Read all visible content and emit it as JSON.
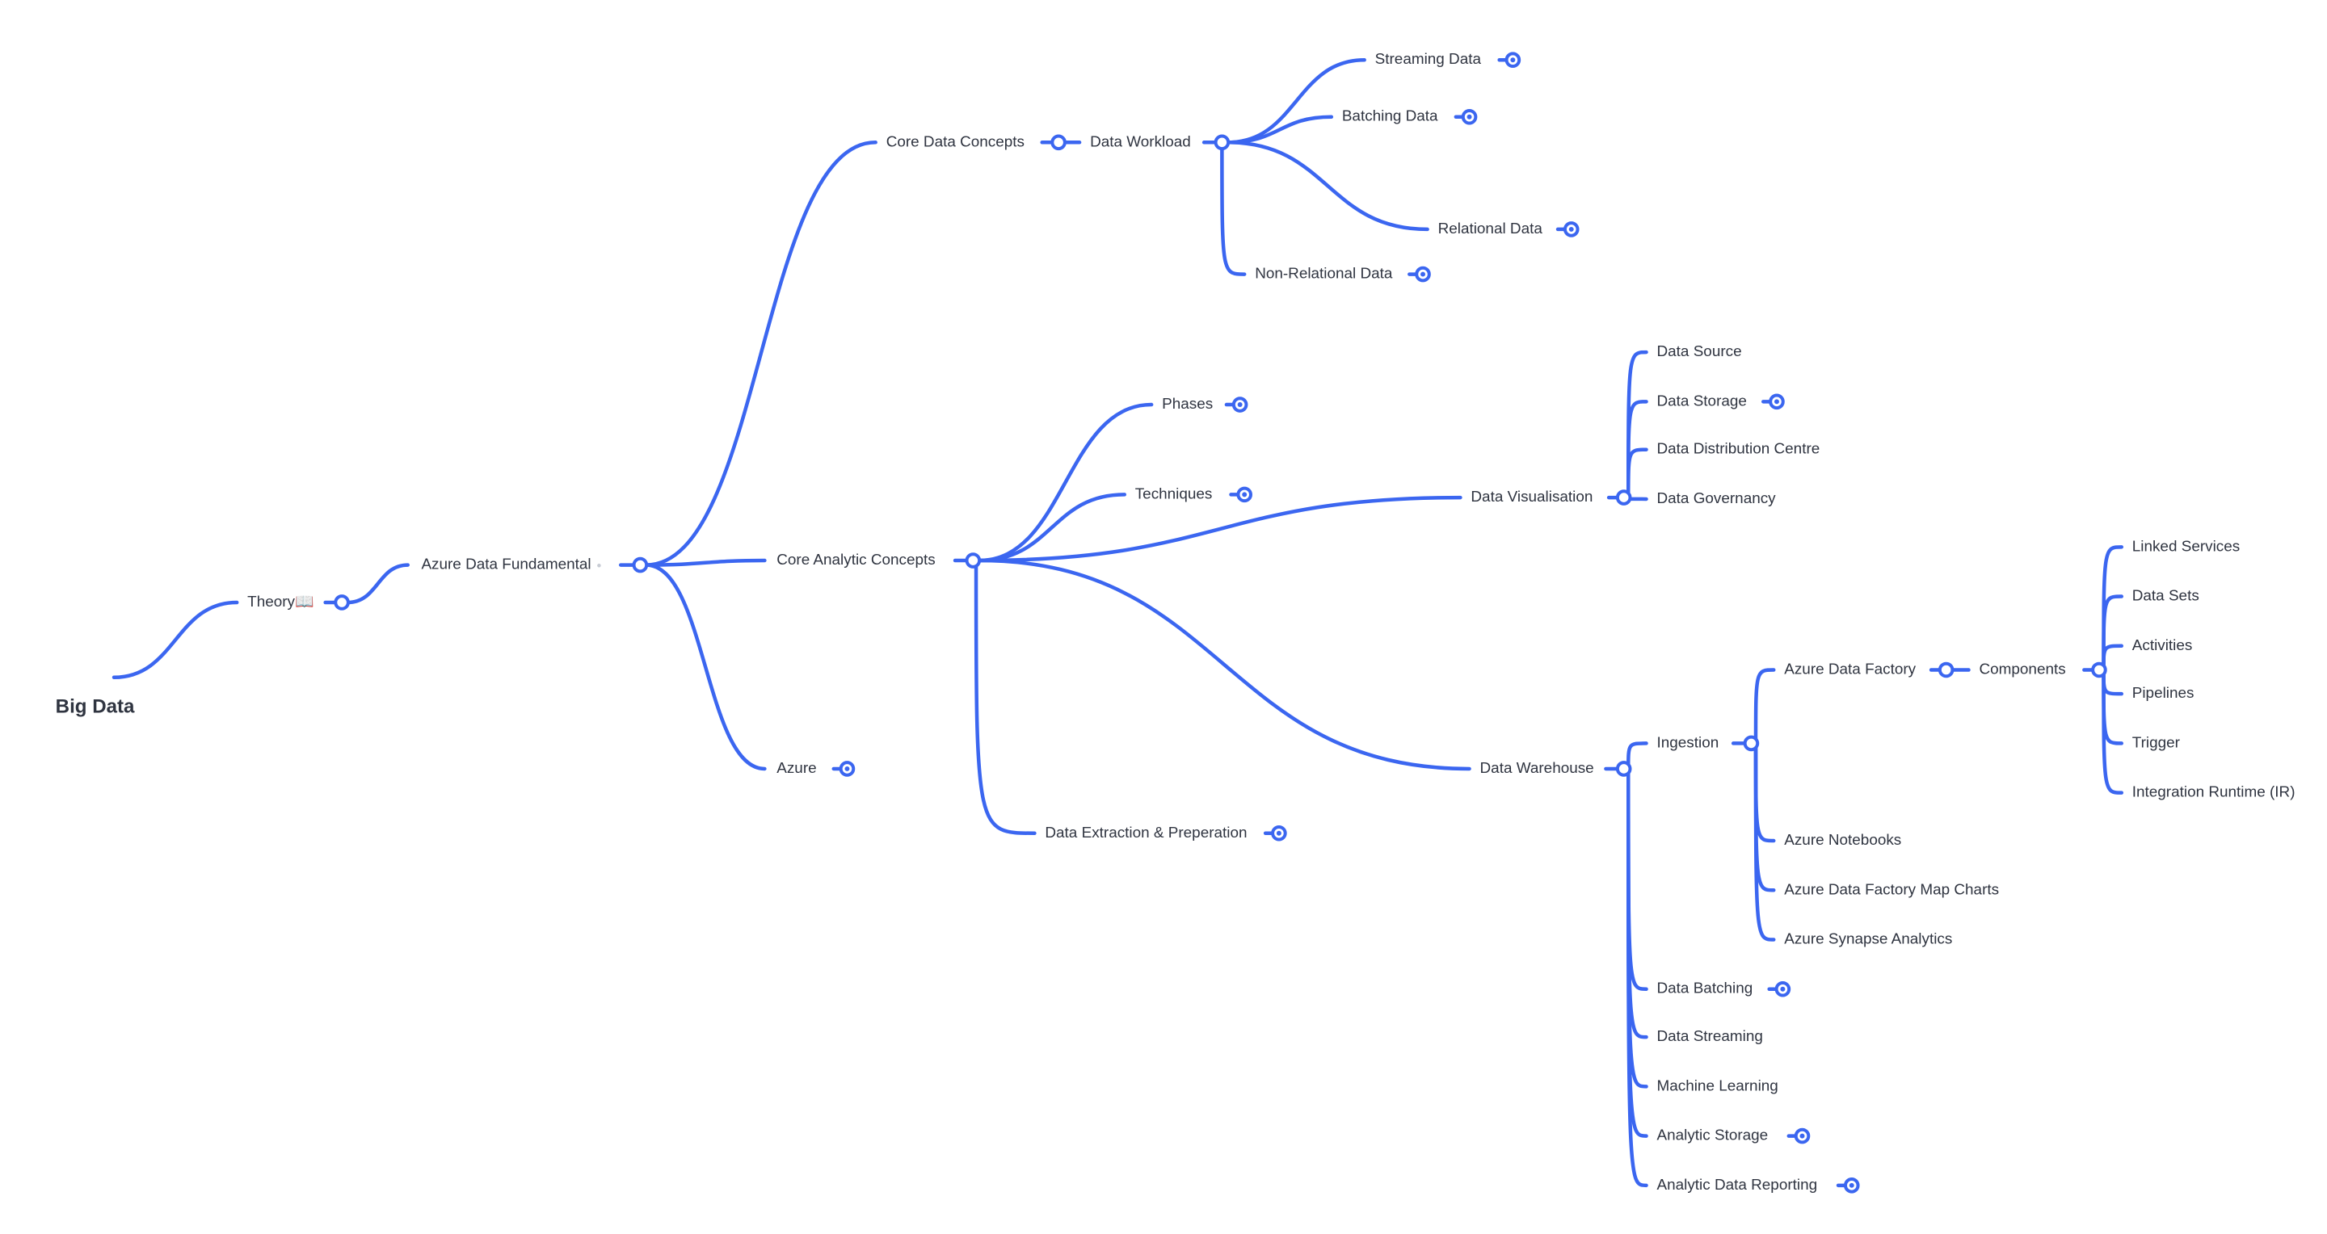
{
  "colors": {
    "line": "#3b66f0",
    "text": "#2f3440",
    "root_text": "#2f3440",
    "background": "#ffffff"
  },
  "root": "Big Data",
  "nodes": {
    "theory": "Theory📖",
    "azure_data_fundamental": "Azure Data Fundamental",
    "core_data_concepts": "Core Data Concepts",
    "data_workload": "Data Workload",
    "streaming_data": "Streaming Data",
    "batching_data": "Batching Data",
    "relational_data": "Relational Data",
    "non_relational_data": "Non-Relational Data",
    "core_analytic_concepts": "Core Analytic Concepts",
    "azure": "Azure",
    "phases": "Phases",
    "techniques": "Techniques",
    "data_visualisation": "Data Visualisation",
    "data_warehouse": "Data Warehouse",
    "data_extraction": "Data Extraction & Preperation",
    "data_source": "Data Source",
    "data_storage": "Data Storage",
    "data_distribution_centre": "Data Distribution Centre",
    "data_governancy": "Data Governancy",
    "ingestion": "Ingestion",
    "azure_data_factory": "Azure Data Factory",
    "components": "Components",
    "linked_services": "Linked Services",
    "data_sets": "Data Sets",
    "activities": "Activities",
    "pipelines": "Pipelines",
    "trigger": "Trigger",
    "integration_runtime": "Integration Runtime (IR)",
    "azure_notebooks": "Azure Notebooks",
    "adf_map_charts": "Azure Data Factory Map Charts",
    "azure_synapse": "Azure Synapse Analytics",
    "data_batching": "Data Batching",
    "data_streaming": "Data Streaming",
    "machine_learning": "Machine Learning",
    "analytic_storage": "Analytic Storage",
    "analytic_data_reporting": "Analytic Data Reporting"
  }
}
